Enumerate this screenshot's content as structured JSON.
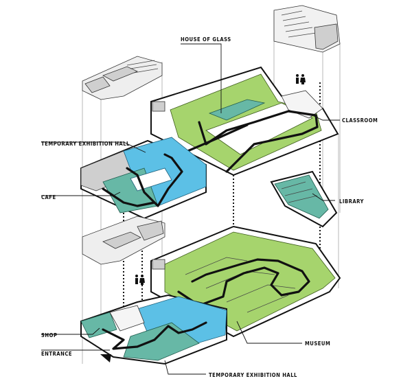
{
  "labels": {
    "house_of_glass": "HOUSE OF GLASS",
    "classroom": "CLASSROOM",
    "temporary_exhibition_hall_upper": "TEMPORARY EXHIBITION HALL",
    "cafe": "CAFE",
    "library": "LIBRARY",
    "shop": "SHOP",
    "museum": "MUSEUM",
    "entrance": "ENTRANCE",
    "temporary_exhibition_hall_lower": "TEMPORARY EXHIBITION HALL"
  },
  "colors": {
    "museum_green": "#a6d46d",
    "exhibition_blue": "#5cc0e6",
    "shop_teal": "#67b8a6",
    "service_gray": "#cfcfcf",
    "route_black": "#111111"
  },
  "icons": [
    "restroom-icon",
    "entrance-arrow-icon"
  ]
}
